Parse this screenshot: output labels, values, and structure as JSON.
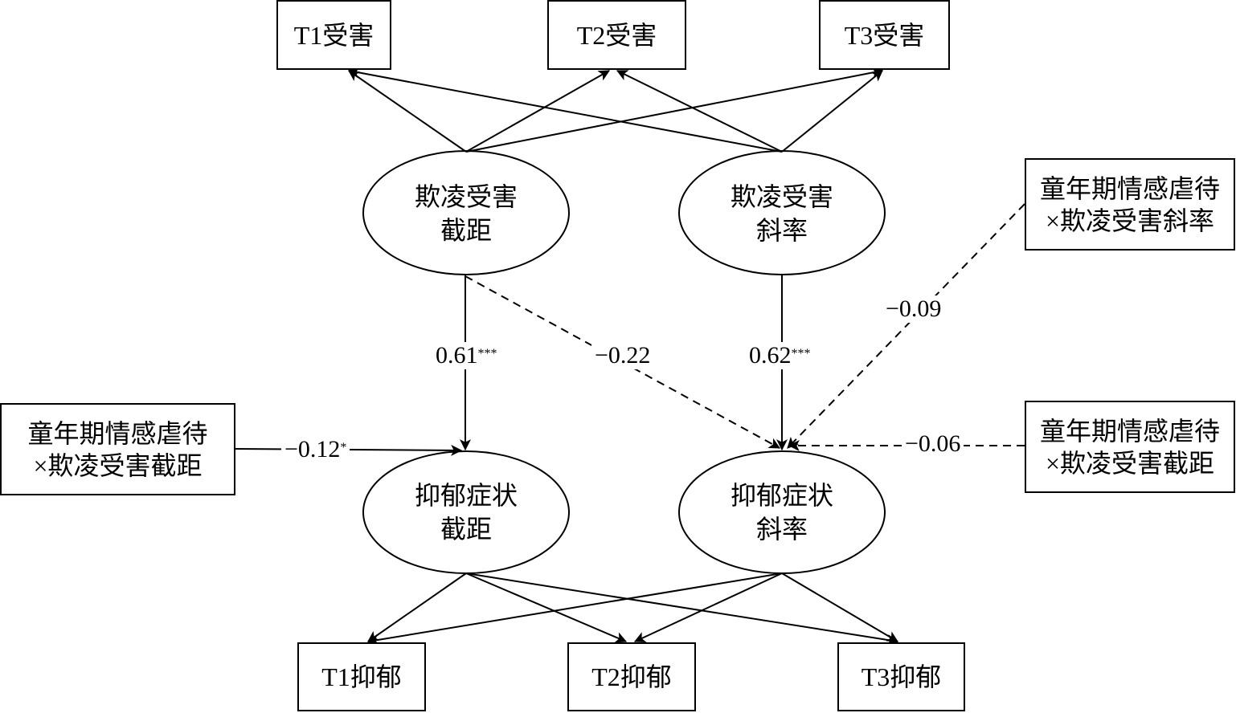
{
  "diagram": {
    "type": "path-diagram",
    "observed_top": [
      {
        "id": "t1_victim",
        "label": "T1受害"
      },
      {
        "id": "t2_victim",
        "label": "T2受害"
      },
      {
        "id": "t3_victim",
        "label": "T3受害"
      }
    ],
    "latent": {
      "bully_intercept": {
        "line1": "欺凌受害",
        "line2": "截距"
      },
      "bully_slope": {
        "line1": "欺凌受害",
        "line2": "斜率"
      },
      "dep_intercept": {
        "line1": "抑郁症状",
        "line2": "截距"
      },
      "dep_slope": {
        "line1": "抑郁症状",
        "line2": "斜率"
      }
    },
    "observed_bottom": [
      {
        "id": "t1_dep",
        "label": "T1抑郁"
      },
      {
        "id": "t2_dep",
        "label": "T2抑郁"
      },
      {
        "id": "t3_dep",
        "label": "T3抑郁"
      }
    ],
    "moderators": {
      "left": {
        "line1": "童年期情感虐待",
        "line2": "×欺凌受害截距"
      },
      "right_top": {
        "line1": "童年期情感虐待",
        "line2": "×欺凌受害斜率"
      },
      "right_bottom": {
        "line1": "童年期情感虐待",
        "line2": "×欺凌受害截距"
      }
    },
    "paths": [
      {
        "from": "bully_intercept",
        "to": "dep_intercept",
        "coef": "0.61",
        "sig": "***",
        "style": "solid"
      },
      {
        "from": "bully_intercept",
        "to": "dep_slope",
        "coef": "−0.22",
        "sig": "",
        "style": "dashed"
      },
      {
        "from": "bully_slope",
        "to": "dep_slope",
        "coef": "0.62",
        "sig": "***",
        "style": "solid"
      },
      {
        "from": "mod_left",
        "to": "dep_intercept",
        "coef": "−0.12",
        "sig": "*",
        "style": "solid"
      },
      {
        "from": "mod_right_top",
        "to": "dep_slope",
        "coef": "−0.09",
        "sig": "",
        "style": "dashed"
      },
      {
        "from": "mod_right_bottom",
        "to": "dep_slope",
        "coef": "−0.06",
        "sig": "",
        "style": "dashed"
      }
    ]
  }
}
